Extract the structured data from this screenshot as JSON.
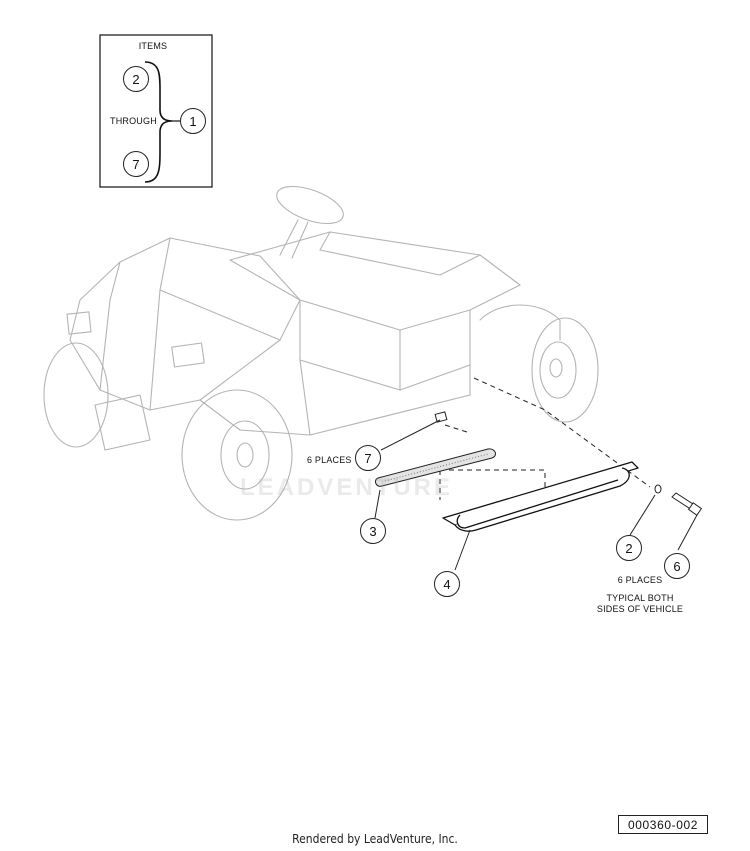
{
  "legend": {
    "heading": "ITEMS",
    "middle": "THROUGH",
    "from_item": "2",
    "to_item": "7",
    "assembly_item": "1"
  },
  "callouts": {
    "item_7": "7",
    "item_3": "3",
    "item_4": "4",
    "item_2": "2",
    "item_6": "6"
  },
  "notes": {
    "places_left": "6 PLACES",
    "places_right": "6 PLACES",
    "typical_line1": "TYPICAL BOTH",
    "typical_line2": "SIDES OF VEHICLE"
  },
  "watermark": "LEADVENTURE",
  "drawing_number": "000360-002",
  "credit": "Rendered by LeadVenture, Inc."
}
